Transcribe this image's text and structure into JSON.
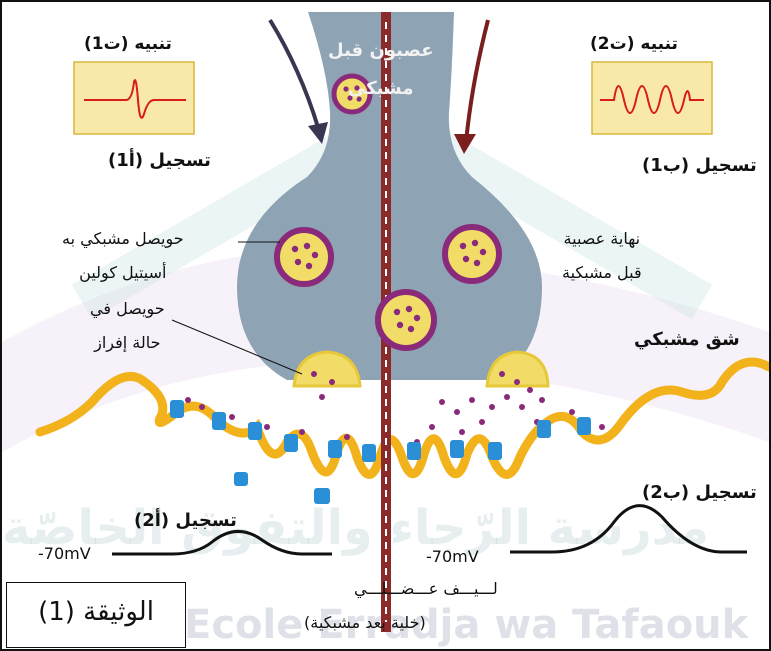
{
  "labels": {
    "stimulus_t1": "تنبيه (ت1)",
    "stimulus_t2": "تنبيه (ت2)",
    "recording_a1": "تسجيل (أ1)",
    "recording_b1": "تسجيل (ب1)",
    "presynaptic_axon": "عصبون قبل\nمشبكي",
    "vesicle_ach": "حويصل مشبكي به\nأسيتيل كولين",
    "vesicle_release": "حويصل في\nحالة إفراز",
    "nerve_terminal": "نهاية عصبية\nقبل مشبكية",
    "synaptic_cleft": "شق مشبكي",
    "recording_b2": "تسجيل (ب2)",
    "recording_a2": "تسجيل (أ2)",
    "resting_left": "-70mV",
    "resting_right": "-70mV",
    "muscle_fiber": "لـــيـــف عـــضـــلـــي",
    "postsynaptic": "(خلية بعد مشبكية)",
    "document": "الوثيقة (1)"
  },
  "watermark": {
    "arabic": "مدرسة الرّجاء والتفوق الخاصّة",
    "latin": "Ecole Erradja wa Tafaouk"
  },
  "colors": {
    "neuron": "#8ea3b3",
    "vesicle": "#f2dc68",
    "vesicle_ring": "#8a2a7a",
    "acetylcholine": "#8a2a7a",
    "muscle": "#f2b21b",
    "receptor": "#2a8fd6",
    "electrode": "#8a2a2a",
    "trace_panel": "#f8e9a8",
    "trace_line": "#d81b1b"
  }
}
